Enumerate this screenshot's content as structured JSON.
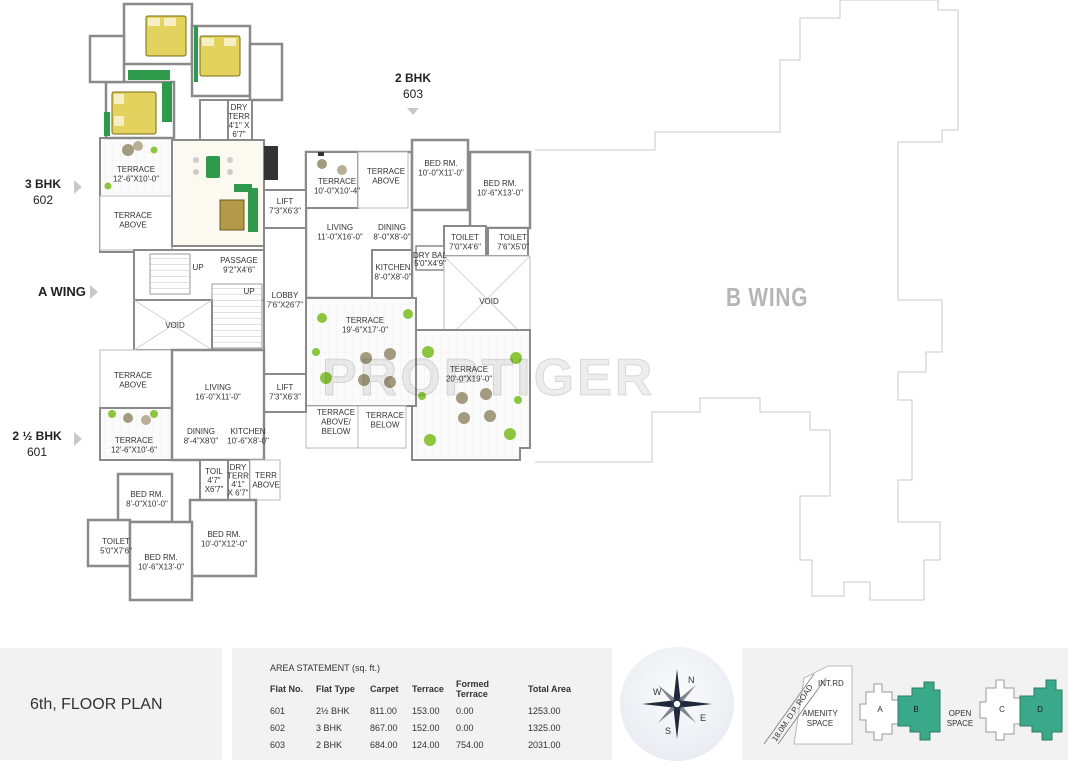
{
  "units": {
    "u603": {
      "type": "2 BHK",
      "number": "603"
    },
    "u602": {
      "type": "3 BHK",
      "number": "602"
    },
    "u601": {
      "type": "2 ½ BHK",
      "number": "601"
    }
  },
  "wings": {
    "a": "A WING",
    "b": "B WING"
  },
  "watermark": "PROPTIGER",
  "rooms": {
    "dry_terr_602": [
      "DRY",
      "TERR",
      "4'1\" X",
      "6'7\""
    ],
    "terrace_602": [
      "TERRACE",
      "12'-6\"X10'-0\""
    ],
    "terrace_above_602": [
      "TERRACE",
      "ABOVE"
    ],
    "lift_1": [
      "LIFT",
      "7'3\"X6'3\""
    ],
    "terrace_603": [
      "TERRACE",
      "10'-0\"X10'-4\""
    ],
    "terrace_above_603": [
      "TERRACE",
      "ABOVE"
    ],
    "bed_603_a": [
      "BED RM.",
      "10'-0\"X11'-0\""
    ],
    "bed_603_b": [
      "BED RM.",
      "10'-6\"X13'-0\""
    ],
    "living_603": [
      "LIVING",
      "11'-0\"X16'-0\""
    ],
    "dining_603": [
      "DINING",
      "8'-0\"X8'-0\""
    ],
    "toilet_603_a": [
      "TOILET",
      "7'0\"X4'6\""
    ],
    "toilet_603_b": [
      "TOILET",
      "7'6\"X5'0\""
    ],
    "dry_bal_603": [
      "DRY BAL",
      "5'0\"X4'9\""
    ],
    "kitchen_603": [
      "KITCHEN",
      "8'-0\"X8'-0\""
    ],
    "passage": [
      "PASSAGE",
      "9'2\"X4'6\""
    ],
    "lobby": [
      "LOBBY",
      "7'6\"X26'7\""
    ],
    "void_a": [
      "VOID"
    ],
    "void_b": [
      "VOID"
    ],
    "terrace_big_1": [
      "TERRACE",
      "19'-6\"X17'-0\""
    ],
    "terrace_big_2": [
      "TERRACE",
      "20'-0\"X19'-0\""
    ],
    "terrace_above_601": [
      "TERRACE",
      "ABOVE"
    ],
    "living_601": [
      "LIVING",
      "16'-0\"X11'-0\""
    ],
    "lift_2": [
      "LIFT",
      "7'3\"X6'3\""
    ],
    "terrace_above_below": [
      "TERRACE",
      "ABOVE/",
      "BELOW"
    ],
    "terrace_below": [
      "TERRACE",
      "BELOW"
    ],
    "terrace_601": [
      "TERRACE",
      "12'-6\"X10'-6\""
    ],
    "dining_601": [
      "DINING",
      "8'-4\"X8'0\""
    ],
    "kitchen_601": [
      "KITCHEN",
      "10'-6\"X8'-0\""
    ],
    "toil_601": [
      "TOIL",
      "4'7\"",
      "X6'7\""
    ],
    "dry_terr_601": [
      "DRY",
      "TERR",
      "4'1\"",
      "X 6'7\""
    ],
    "terr_above_601": [
      "TERR",
      "ABOVE"
    ],
    "bed_601_a": [
      "BED RM.",
      "8'-0\"X10'-0\""
    ],
    "bed_601_b": [
      "BED RM.",
      "10'-0\"X12'-0\""
    ],
    "toilet_601": [
      "TOILET",
      "5'0\"X7'6\""
    ],
    "bed_601_c": [
      "BED RM.",
      "10'-6\"X13'-0\""
    ],
    "up_1": [
      "UP"
    ],
    "up_2": [
      "UP"
    ]
  },
  "floor_plan_title": "6th, FLOOR PLAN",
  "area_statement": {
    "title": "AREA STATEMENT (sq. ft.)",
    "headers": [
      "Flat No.",
      "Flat Type",
      "Carpet",
      "Terrace",
      "Formed Terrace",
      "Total Area"
    ],
    "rows": [
      [
        "601",
        "2½ BHK",
        "811.00",
        "153.00",
        "0.00",
        "1253.00"
      ],
      [
        "602",
        "3 BHK",
        "867.00",
        "152.00",
        "0.00",
        "1325.00"
      ],
      [
        "603",
        "2 BHK",
        "684.00",
        "124.00",
        "754.00",
        "2031.00"
      ]
    ]
  },
  "compass": {
    "n": "N",
    "s": "S",
    "e": "E",
    "w": "W"
  },
  "site_plan": {
    "road": "18.0M. D.P. ROAD",
    "int_rd": "INT.RD",
    "amenity": [
      "AMENITY",
      "SPACE"
    ],
    "open": [
      "OPEN",
      "SPACE"
    ],
    "wings": [
      "A",
      "B",
      "C",
      "D"
    ]
  },
  "colors": {
    "wall": "#8a8a8a",
    "bed": "#e3d25e",
    "sofa": "#2f9a4c",
    "plant": "#8cc63f",
    "site_wing": "#3aa98a",
    "muted_text": "#b5b5b5"
  }
}
